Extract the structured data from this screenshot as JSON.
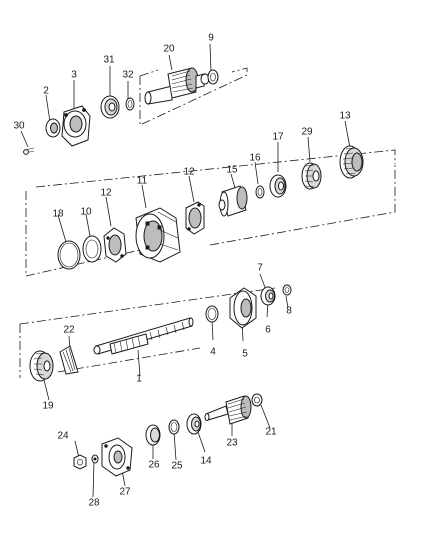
{
  "diagram": {
    "callouts": [
      {
        "id": "c1",
        "text": "1"
      },
      {
        "id": "c2",
        "text": "2"
      },
      {
        "id": "c3",
        "text": "3"
      },
      {
        "id": "c4",
        "text": "4"
      },
      {
        "id": "c5",
        "text": "5"
      },
      {
        "id": "c6",
        "text": "6"
      },
      {
        "id": "c7",
        "text": "7"
      },
      {
        "id": "c8",
        "text": "8"
      },
      {
        "id": "c9",
        "text": "9"
      },
      {
        "id": "c10",
        "text": "10"
      },
      {
        "id": "c11",
        "text": "11"
      },
      {
        "id": "c12a",
        "text": "12"
      },
      {
        "id": "c12b",
        "text": "12"
      },
      {
        "id": "c13",
        "text": "13"
      },
      {
        "id": "c14",
        "text": "14"
      },
      {
        "id": "c15",
        "text": "15"
      },
      {
        "id": "c16",
        "text": "16"
      },
      {
        "id": "c17",
        "text": "17"
      },
      {
        "id": "c18",
        "text": "18"
      },
      {
        "id": "c19",
        "text": "19"
      },
      {
        "id": "c20",
        "text": "20"
      },
      {
        "id": "c21",
        "text": "21"
      },
      {
        "id": "c22",
        "text": "22"
      },
      {
        "id": "c23",
        "text": "23"
      },
      {
        "id": "c24",
        "text": "24"
      },
      {
        "id": "c25",
        "text": "25"
      },
      {
        "id": "c26",
        "text": "26"
      },
      {
        "id": "c27",
        "text": "27"
      },
      {
        "id": "c28",
        "text": "28"
      },
      {
        "id": "c29",
        "text": "29"
      },
      {
        "id": "c30",
        "text": "30"
      },
      {
        "id": "c31",
        "text": "31"
      },
      {
        "id": "c32",
        "text": "32"
      }
    ]
  }
}
